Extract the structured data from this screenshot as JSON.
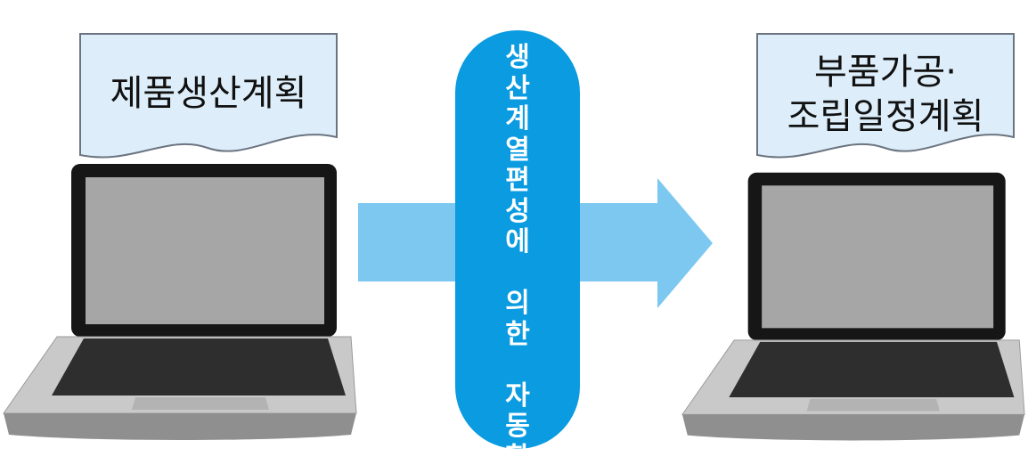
{
  "left_doc": {
    "label": "제품생산계획"
  },
  "right_doc": {
    "line1": "부품가공·",
    "line2": "조립일정계획"
  },
  "process": {
    "label": "생산계열편성에 의한 자동화",
    "chars": [
      "생",
      "산",
      "계",
      "열",
      "편",
      "성",
      "에",
      " ",
      "의",
      "한",
      " ",
      "자",
      "동",
      "화"
    ]
  },
  "colors": {
    "doc_fill": "#ddeefa",
    "arrow": "#7cc8f0",
    "pill": "#0a9be0",
    "screen": "#a6a6a6",
    "laptop_body": "#c9c9c9"
  }
}
